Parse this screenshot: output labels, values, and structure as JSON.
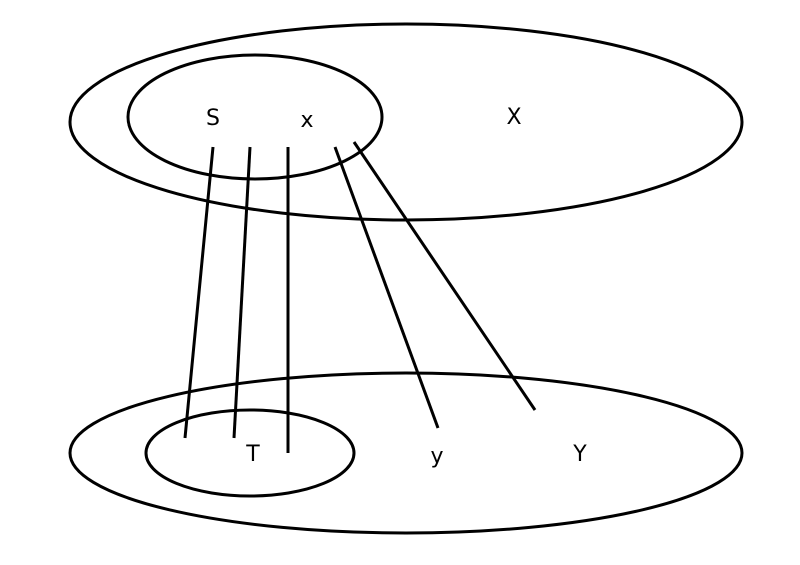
{
  "labels": {
    "S": "S",
    "x": "x",
    "X": "X",
    "T": "T",
    "y": "y",
    "Y": "Y"
  },
  "colors": {
    "stroke": "#000000",
    "background": "#ffffff"
  }
}
